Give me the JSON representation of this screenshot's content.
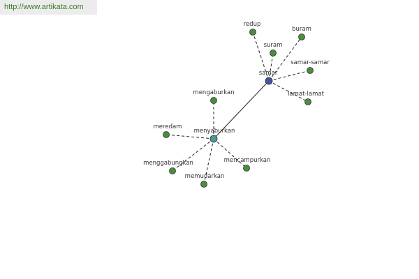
{
  "banner": {
    "url_text": "http://www.artikata.com"
  },
  "colors": {
    "leaf_node": "#4e8a44",
    "node_stroke": "#1f3d1a",
    "hub_samar": "#4a50a6",
    "hub_menyaburkan": "#4a9a9e",
    "edge": "#222222"
  },
  "graph": {
    "hubs": [
      {
        "id": "samar",
        "label": "samar"
      },
      {
        "id": "menyaburkan",
        "label": "menyaburkan"
      }
    ],
    "leaves": [
      {
        "id": "redup",
        "label": "redup",
        "hub": "samar"
      },
      {
        "id": "buram",
        "label": "buram",
        "hub": "samar"
      },
      {
        "id": "suram",
        "label": "suram",
        "hub": "samar"
      },
      {
        "id": "samar-samar",
        "label": "samar-samar",
        "hub": "samar"
      },
      {
        "id": "lamat-lamat",
        "label": "lamat-lamat",
        "hub": "samar"
      },
      {
        "id": "mengaburkan",
        "label": "mengaburkan",
        "hub": "menyaburkan"
      },
      {
        "id": "meredam",
        "label": "meredam",
        "hub": "menyaburkan"
      },
      {
        "id": "menggabungkan",
        "label": "menggabungkan",
        "hub": "menyaburkan"
      },
      {
        "id": "memudarkan",
        "label": "memudarkan",
        "hub": "menyaburkan"
      },
      {
        "id": "mencampurkan",
        "label": "mencampurkan",
        "hub": "menyaburkan"
      }
    ],
    "links": [
      {
        "from": "samar",
        "to": "menyaburkan"
      }
    ]
  }
}
